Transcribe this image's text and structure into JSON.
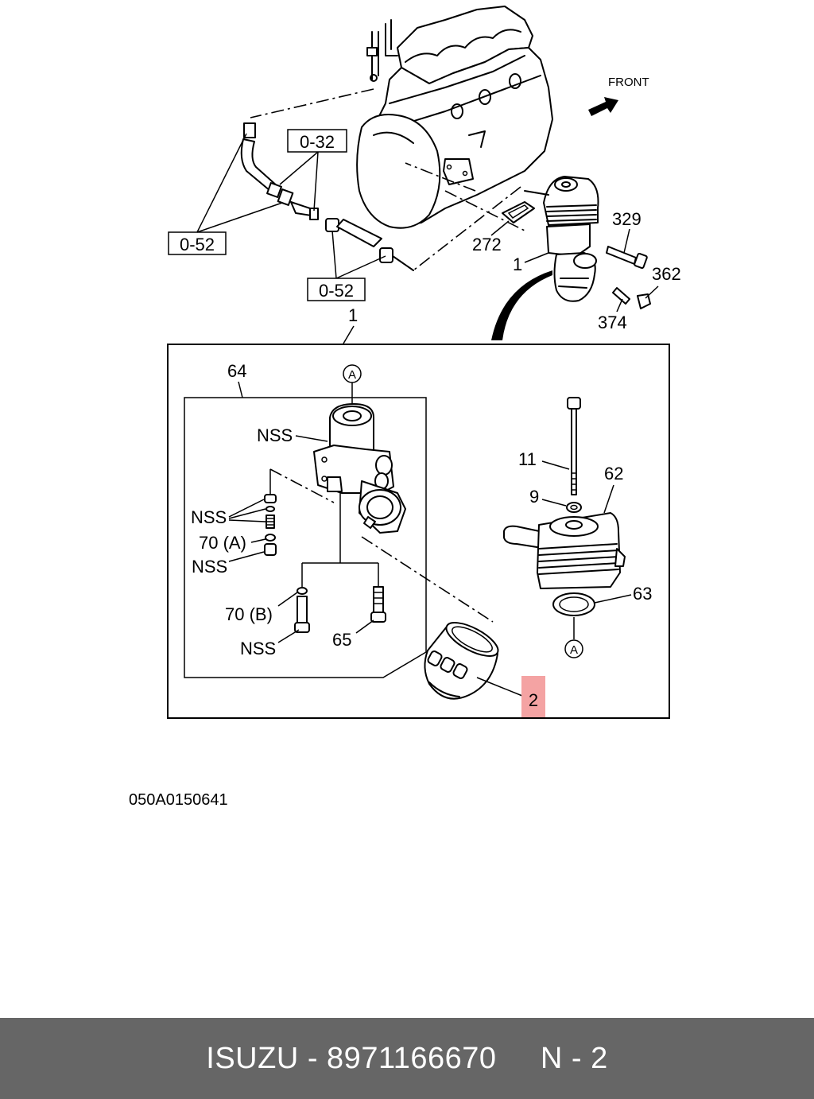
{
  "labels": {
    "front": "FRONT",
    "ref_032": "0-32",
    "ref_052_a": "0-52",
    "ref_052_b": "0-52",
    "p272": "272",
    "p1_top": "1",
    "p329": "329",
    "p362": "362",
    "p374": "374",
    "p1_box": "1",
    "p64": "64",
    "mark_a_top": "A",
    "mark_a_bottom": "A",
    "nss_1": "NSS",
    "nss_2": "NSS",
    "nss_3": "NSS",
    "nss_4": "NSS",
    "p70a": "70 (A)",
    "p70b": "70 (B)",
    "p65": "65",
    "p11": "11",
    "p9": "9",
    "p62": "62",
    "p63": "63",
    "p2": "2"
  },
  "diagram_code": "050A0150641",
  "highlight_color": "#f4a3a3",
  "footer": {
    "brand": "ISUZU",
    "separator": "-",
    "part_number": "8971166670",
    "position": "N - 2"
  }
}
